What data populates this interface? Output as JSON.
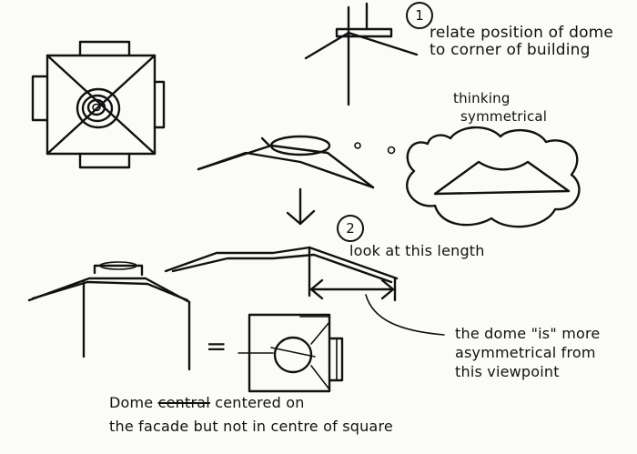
{
  "notes": {
    "note1": {
      "number": "1",
      "line1": "relate position of dome",
      "line2": "to corner of building"
    },
    "thought": {
      "line1": "thinking",
      "line2": "symmetrical"
    },
    "note2": {
      "number": "2",
      "line1": "look at this length"
    },
    "equals": "=",
    "asym": {
      "line1": "the dome \"is\" more",
      "line2": "asymmetrical from",
      "line3": "this viewpoint"
    },
    "caption": {
      "word1": "Dome",
      "struck": "central",
      "rest": "centered on",
      "line2": "the facade but not in centre of square"
    }
  }
}
